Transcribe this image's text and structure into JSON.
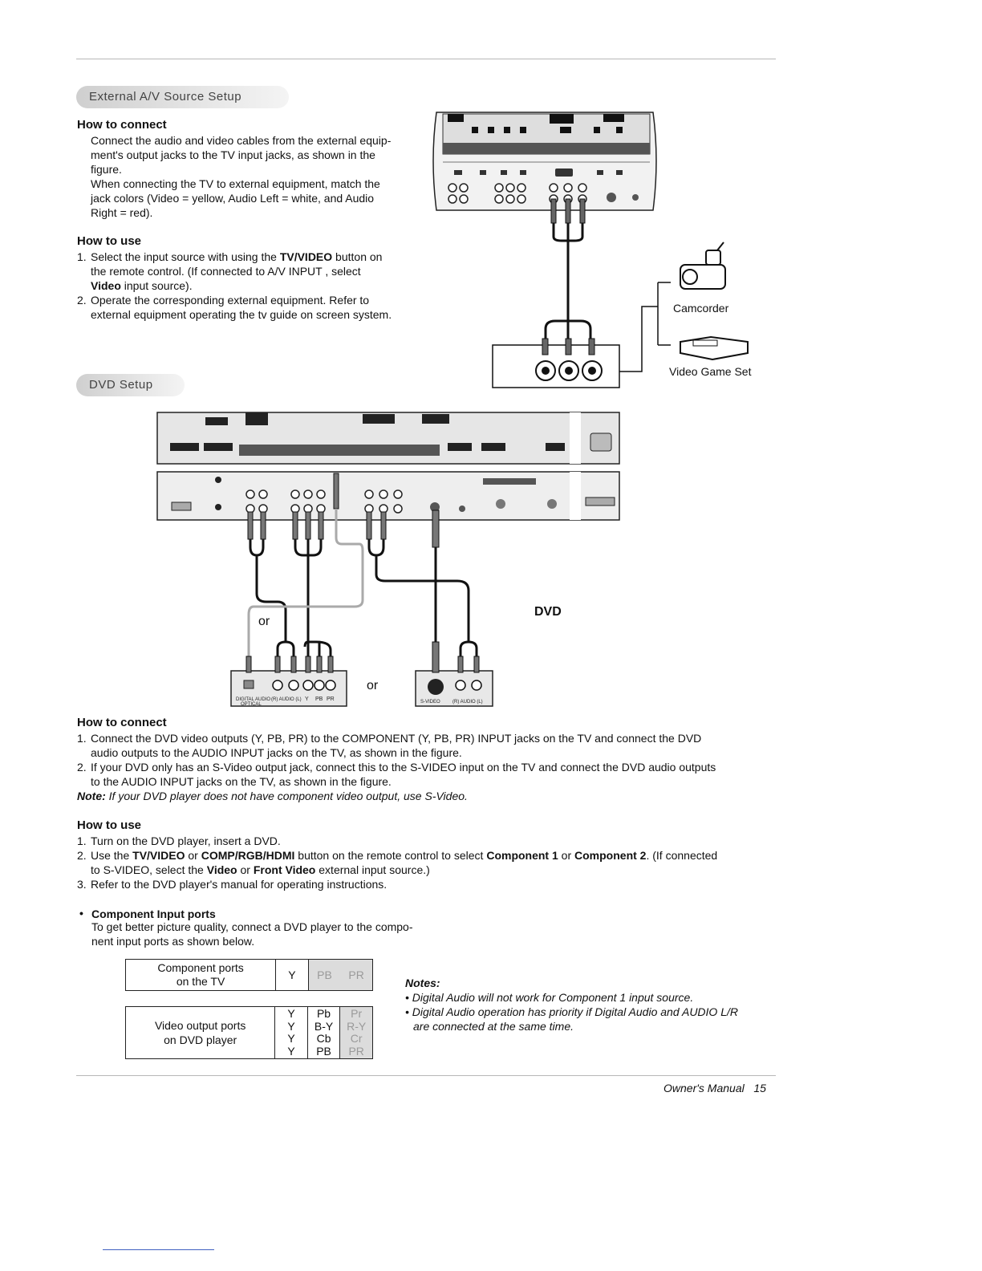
{
  "external": {
    "section_title": "External A/V Source Setup",
    "connect_heading": "How to connect",
    "connect_lines": [
      "Connect the audio and video cables from the external equip-",
      "ment's output jacks to the TV input jacks, as shown in the",
      "figure.",
      "When connecting the TV to external equipment, match the",
      "jack colors (Video = yellow, Audio Left = white, and Audio",
      "Right = red)."
    ],
    "use_heading": "How to use",
    "step1_num": "1.",
    "step1_a": "Select the input source with using the ",
    "step1_b": "TV/VIDEO",
    "step1_c": " button on",
    "step1_d": "the remote control. (If connected to A/V INPUT , select",
    "step1_e": "Video",
    "step1_f": "  input source).",
    "step2_num": "2.",
    "step2_a": "Operate the corresponding external equipment. Refer to",
    "step2_b": "external equipment operating the tv guide on screen system."
  },
  "diagram_external": {
    "camcorder_label": "Camcorder",
    "game_label": "Video Game Set"
  },
  "dvd": {
    "section_title": "DVD Setup",
    "dvd_label": "DVD",
    "or_label_1": "or",
    "or_label_2": "or",
    "port_labels": {
      "digital": "DIGITAL AUDIO",
      "optical": "OPTICAL",
      "audio_rl": "(R) AUDIO (L)",
      "y": "Y",
      "pb": "PB",
      "pr": "PR",
      "svideo": "S-VIDEO"
    },
    "connect_heading": "How to connect",
    "c1_num": "1.",
    "c1_a": "Connect the DVD video outputs (Y, PB, PR) to the COMPONENT (Y, PB, PR) INPUT jacks  on the TV and connect the DVD",
    "c1_b": "audio outputs to the AUDIO INPUT jacks on the TV, as shown in the figure.",
    "c2_num": "2.",
    "c2_a": "If your DVD only has an S-Video output jack, connect this to the S-VIDEO input on the TV and connect the DVD audio outputs",
    "c2_b": "to the AUDIO INPUT jacks on the TV, as shown in the figure.",
    "note_label": "Note:",
    "note_text": " If your DVD player does not have component video output, use S-Video.",
    "use_heading": "How to use",
    "u1_num": "1.",
    "u1": "Turn on the DVD player, insert a DVD.",
    "u2_num": "2.",
    "u2_a": "Use the ",
    "u2_b": "TV/VIDEO",
    "u2_c": " or ",
    "u2_d": "COMP/RGB/HDMI",
    "u2_e": " button on the remote control to select ",
    "u2_f": "Component 1",
    "u2_g": " or ",
    "u2_h": "Component 2",
    "u2_i": ".  (If connected",
    "u2_j": "to S-VIDEO, select the ",
    "u2_k": "Video",
    "u2_l": " or ",
    "u2_m": "Front Video",
    "u2_n": " external input source.)",
    "u3_num": "3.",
    "u3": "Refer to the DVD player's manual for operating instructions.",
    "bullet": "•",
    "comp_heading": "Component Input ports",
    "comp_line1": "To get better picture quality, connect a DVD player to the compo-",
    "comp_line2": "nent input ports as shown below."
  },
  "ports_table": {
    "tv_label_1": "Component ports",
    "tv_label_2": "on the TV",
    "tv_y": "Y",
    "tv_pb": "PB",
    "tv_pr": "PR",
    "dvd_label_1": "Video output ports",
    "dvd_label_2": "on DVD player",
    "rows": [
      [
        "Y",
        "Pb",
        "Pr"
      ],
      [
        "Y",
        "B-Y",
        "R-Y"
      ],
      [
        "Y",
        "Cb",
        "Cr"
      ],
      [
        "Y",
        "PB",
        "PR"
      ]
    ]
  },
  "notes": {
    "heading": "Notes:",
    "n1": "• Digital Audio will not work for Component 1 input source.",
    "n2a": "• Digital Audio operation has priority if Digital Audio and AUDIO L/R",
    "n2b": "are connected at the same time."
  },
  "footer": {
    "manual": "Owner's Manual",
    "page": "15"
  }
}
